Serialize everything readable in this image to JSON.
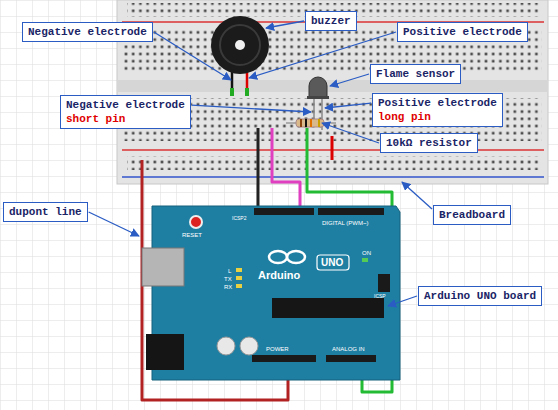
{
  "diagram": {
    "nodes": [
      {
        "text": [
          "Negative electrode"
        ]
      },
      {
        "text": [
          "buzzer"
        ]
      },
      {
        "text": [
          "Positive electrode"
        ]
      },
      {
        "text": [
          "Flame sensor"
        ]
      },
      {
        "text": [
          "Negative electrode",
          "short pin"
        ]
      },
      {
        "text": [
          "Positive electrode",
          "long pin"
        ]
      },
      {
        "text": [
          "10kΩ resistor"
        ]
      },
      {
        "text": [
          "dupont line"
        ]
      },
      {
        "text": [
          "Breadboard"
        ]
      },
      {
        "text": [
          "Arduino UNO board"
        ]
      }
    ],
    "labels": [
      "RESET",
      "ICSP2",
      "L",
      "TX",
      "RX",
      "Arduino",
      "UNO",
      "DIGITAL (PWM~)",
      "ON",
      "ICSP",
      "POWER",
      "ANALOG IN"
    ]
  }
}
